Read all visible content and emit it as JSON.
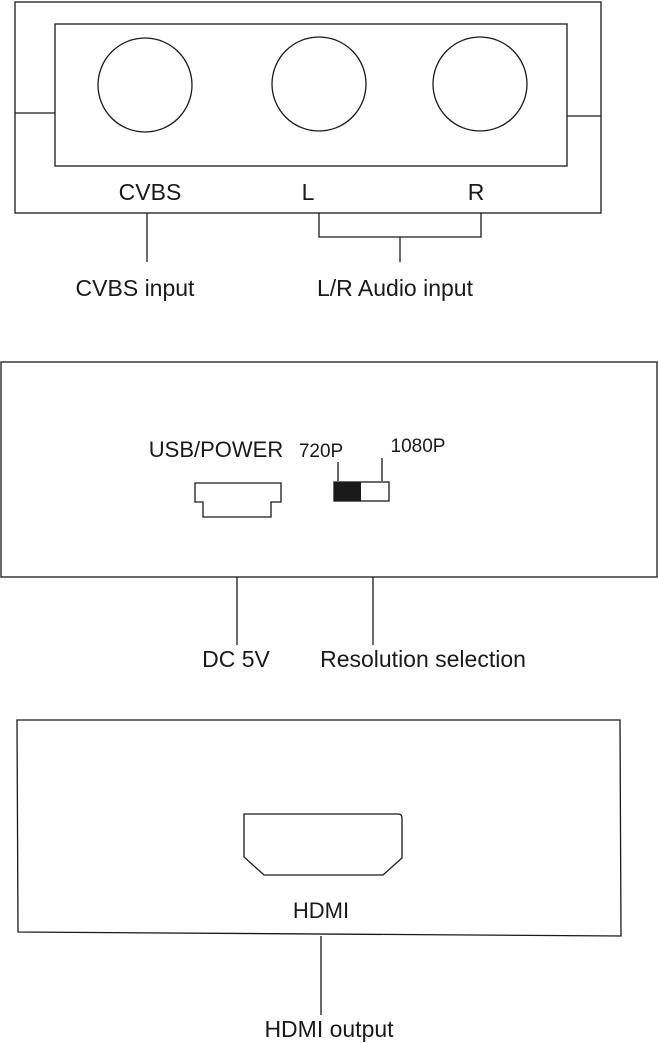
{
  "panel1": {
    "connector_cvbs": "CVBS",
    "connector_left": "L",
    "connector_right": "R",
    "callout_cvbs": "CVBS input",
    "callout_audio": "L/R Audio input"
  },
  "panel2": {
    "port_label": "USB/POWER",
    "switch_left_label": "720P",
    "switch_right_label": "1080P",
    "switch_selected": "720P",
    "callout_power": "DC 5V",
    "callout_resolution": "Resolution selection"
  },
  "panel3": {
    "port_label": "HDMI",
    "callout_hdmi": "HDMI output"
  }
}
